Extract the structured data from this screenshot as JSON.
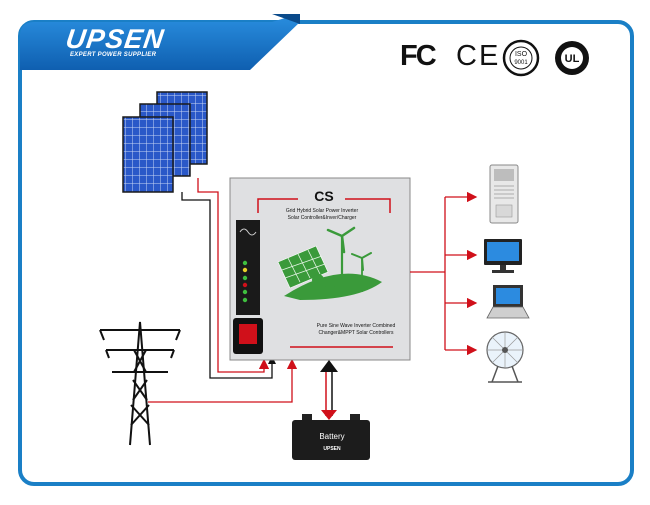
{
  "brand": {
    "logo_text": "UPSEN",
    "tagline": "EXPERT POWER SUPPLIER"
  },
  "certifications": {
    "fc": "FC",
    "ce": "CE",
    "iso": "ISO 9001",
    "ul": "UL"
  },
  "controller": {
    "model": "CS",
    "subtitle_line1": "Grid Hybrid Solar Power Inverter",
    "subtitle_line2": "Solar Controller&Inver/Charger",
    "footer_line1": "Pure Sine Wave Inverter Combined",
    "footer_line2": "Changer&MPPT Solar Controllers"
  },
  "battery": {
    "label": "Battery",
    "brand": "UPSEN"
  },
  "icons": [
    "solar-panels-icon",
    "transmission-tower-icon",
    "air-conditioner-icon",
    "monitor-icon",
    "laptop-icon",
    "fan-icon",
    "battery-icon"
  ],
  "colors": {
    "frame": "#1a7fc6",
    "accent_line": "#d0101a",
    "wire": "#111111",
    "panel_blue": "#2a58c8",
    "leaf_green": "#3a9a3a"
  }
}
